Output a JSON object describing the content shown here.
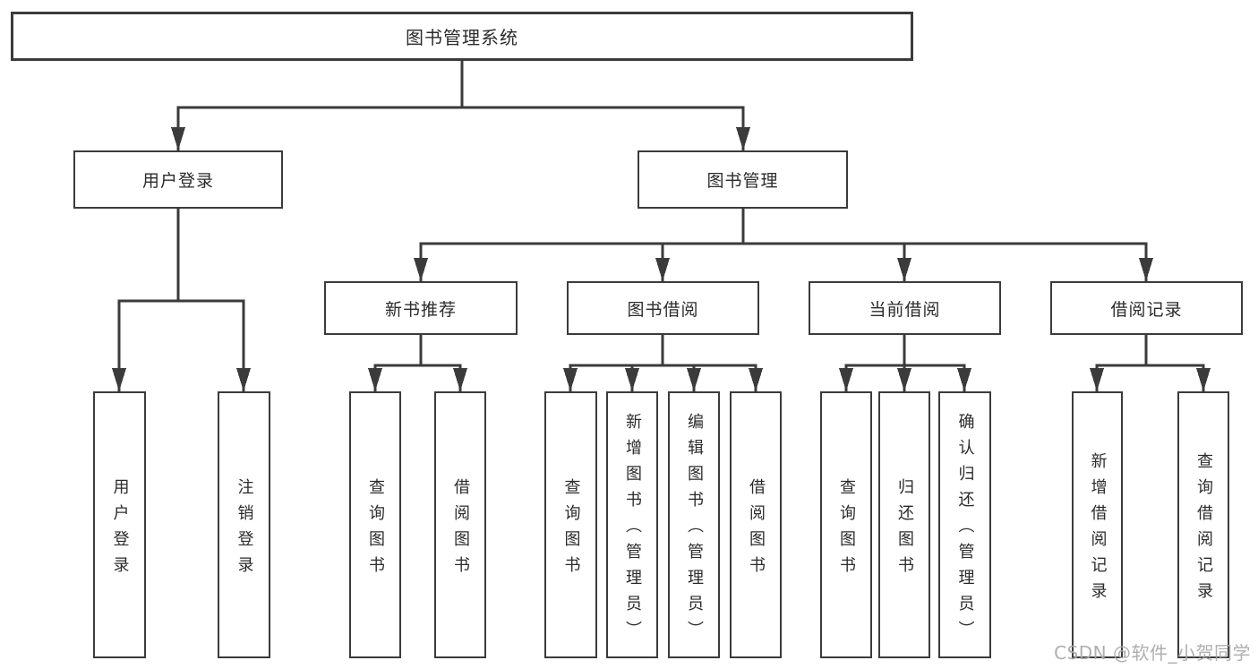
{
  "diagram": {
    "root": {
      "label": "图书管理系统"
    },
    "level2": [
      {
        "label": "用户登录"
      },
      {
        "label": "图书管理"
      }
    ],
    "level3": [
      {
        "label": "新书推荐"
      },
      {
        "label": "图书借阅"
      },
      {
        "label": "当前借阅"
      },
      {
        "label": "借阅记录"
      }
    ],
    "leaves": [
      {
        "label": "用户登录"
      },
      {
        "label": "注销登录"
      },
      {
        "label": "查询图书"
      },
      {
        "label": "借阅图书"
      },
      {
        "label": "查询图书"
      },
      {
        "label": "新增图书（管理员）"
      },
      {
        "label": "编辑图书（管理员）"
      },
      {
        "label": "借阅图书"
      },
      {
        "label": "查询图书"
      },
      {
        "label": "归还图书"
      },
      {
        "label": "确认归还（管理员）"
      },
      {
        "label": "新增借阅记录"
      },
      {
        "label": "查询借阅记录"
      }
    ]
  },
  "watermark": "CSDN @软件_小贺同学",
  "colors": {
    "line": "#3b3b3b",
    "box_border": "#3b3b3b",
    "text": "#2b2b2b",
    "watermark": "#a8a8a8",
    "background": "#ffffff"
  }
}
